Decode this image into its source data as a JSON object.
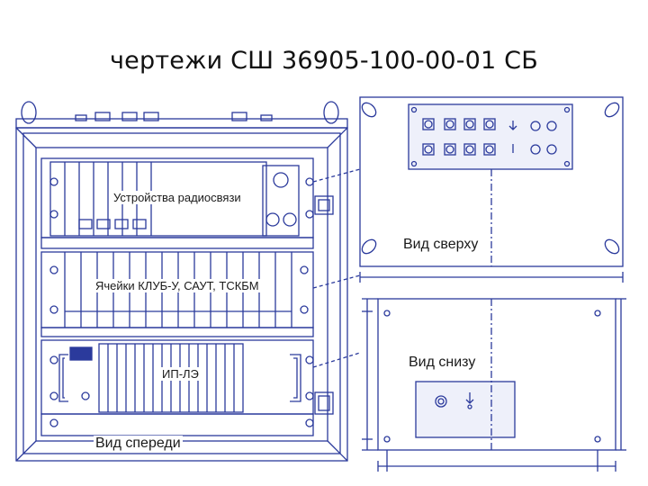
{
  "title": "чертежи СШ 36905-100-00-01 СБ",
  "labels": {
    "radio": "Устройства радиосвязи",
    "cells": "Ячейки КЛУБ-У, САУТ, ТСКБМ",
    "power": "ИП-ЛЭ",
    "front": "Вид спереди",
    "top": "Вид сверху",
    "bottom": "Вид снизу"
  },
  "colors": {
    "line": "#2b3a9c",
    "panel_fill": "#e8eaf6",
    "text": "#1a1a1a"
  }
}
